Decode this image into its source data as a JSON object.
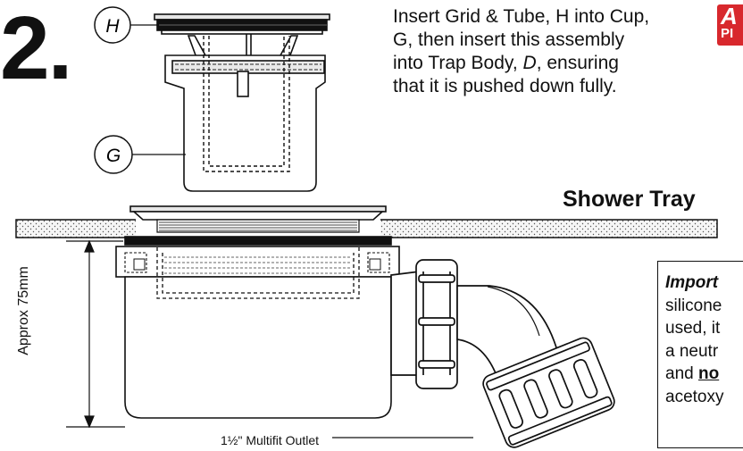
{
  "step": {
    "number": "2."
  },
  "instruction": {
    "line1": "Insert Grid & Tube, H into Cup,",
    "line2": "G, then insert this assembly",
    "line3_pre": "into Trap Body, ",
    "line3_part": "D",
    "line3_post": ", ensuring",
    "line4": "that it is pushed down fully."
  },
  "callouts": {
    "h": "H",
    "g": "G"
  },
  "labels": {
    "tray": "Shower Tray",
    "approx": "Approx 75mm",
    "outlet": "1½\" Multifit Outlet"
  },
  "warning_badge": {
    "top": "A",
    "bottom": "PI"
  },
  "note": {
    "line1": "Import",
    "line2": "silicone",
    "line3": "used, it",
    "line4": "a neutr",
    "line5_pre": "and ",
    "line5_emph": "no",
    "line6": "acetoxy"
  },
  "colors": {
    "ink": "#111111",
    "warning_red": "#d8282d",
    "tray_fill": "#f4f4f4"
  }
}
